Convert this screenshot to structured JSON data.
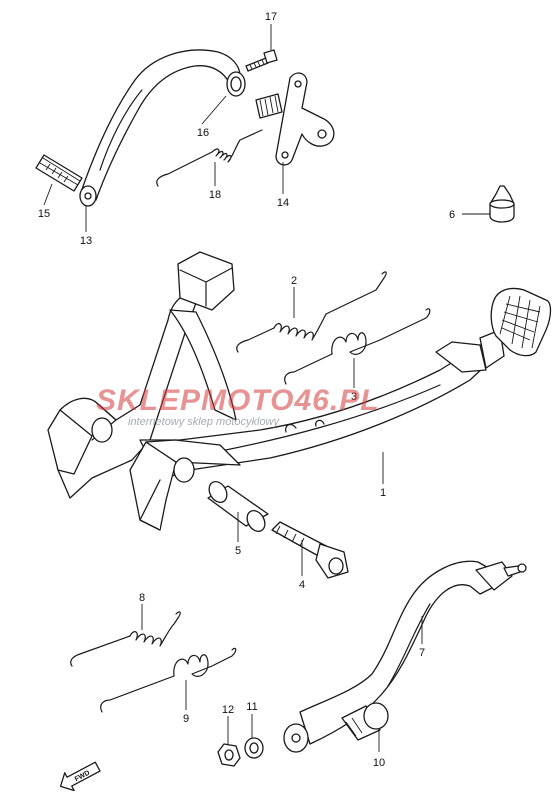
{
  "watermark": {
    "brand_part1": "SKLEP",
    "brand_part2": "MOTO",
    "brand_part3": "46",
    "brand_suffix": ".PL",
    "tagline": "internetowy sklep motocyklowy"
  },
  "direction_marker": "FWD",
  "callouts": {
    "p1": "1",
    "p2": "2",
    "p3": "3",
    "p4": "4",
    "p5": "5",
    "p6": "6",
    "p7": "7",
    "p8": "8",
    "p9": "9",
    "p10": "10",
    "p11": "11",
    "p12": "12",
    "p13": "13",
    "p14": "14",
    "p15": "15",
    "p16": "16",
    "p17": "17",
    "p18": "18"
  },
  "colors": {
    "line": "#1a1a1a",
    "watermark_red": "#d33a3a",
    "watermark_grey": "#9aa3ab"
  }
}
